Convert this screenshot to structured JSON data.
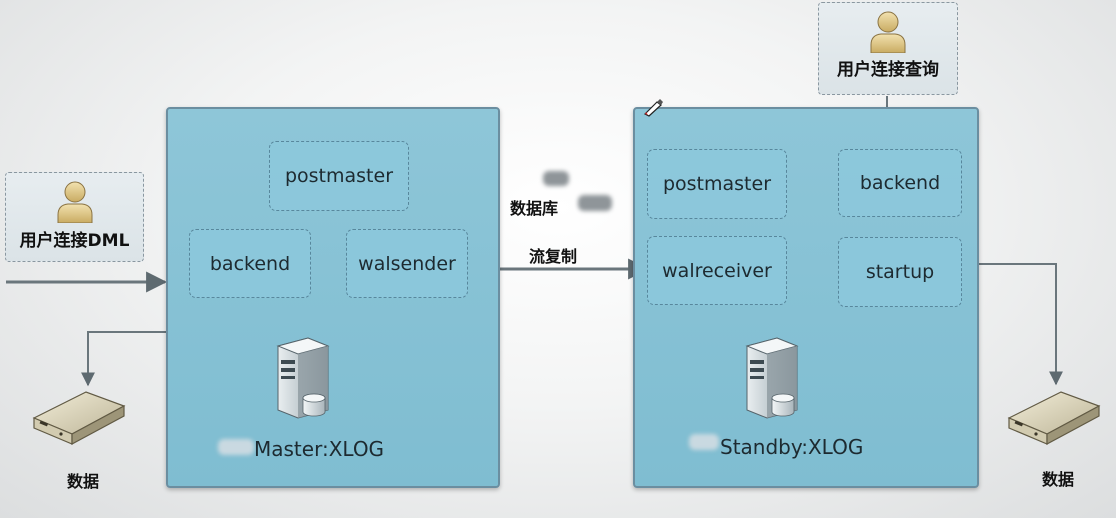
{
  "master": {
    "caption": "Master:XLOG",
    "postmaster": "postmaster",
    "backend": "backend",
    "walsender": "walsender"
  },
  "standby": {
    "caption": "Standby:XLOG",
    "postmaster": "postmaster",
    "backend": "backend",
    "walreceiver": "walreceiver",
    "startup": "startup"
  },
  "client_dml": {
    "label": "用户连接DML",
    "icon": "user-icon"
  },
  "client_query": {
    "label": "用户连接查询",
    "icon": "user-icon"
  },
  "replication": {
    "line1": "数据库",
    "line2": "流复制"
  },
  "storage": {
    "left_label": "数据",
    "right_label": "数据",
    "icon": "disk-icon"
  },
  "colors": {
    "panel_fill": "#85c1d4",
    "panel_border": "#6b8ea0",
    "arrow": "#5e6a70",
    "box_border": "#58879c"
  }
}
